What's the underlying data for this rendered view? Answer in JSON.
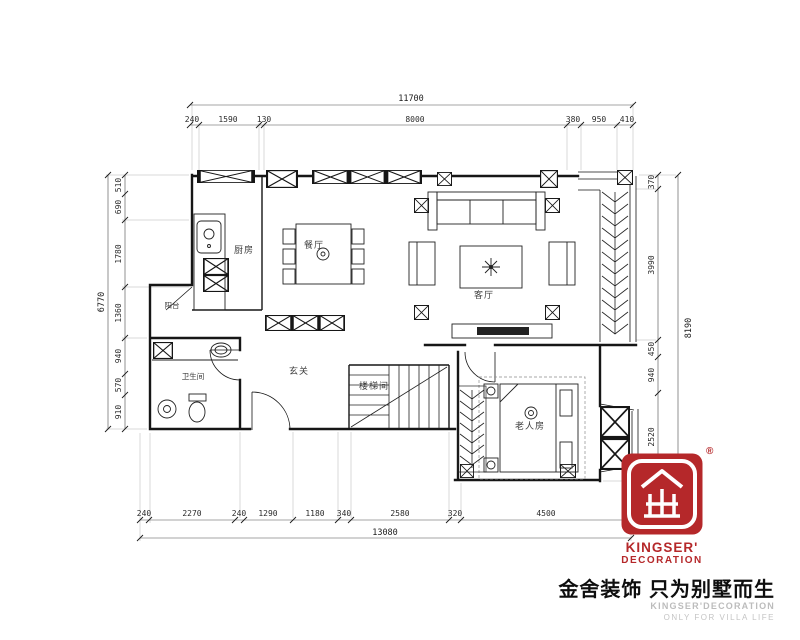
{
  "rooms": {
    "kitchen": "厨房",
    "dining": "餐厅",
    "living": "客厅",
    "foyer": "玄关",
    "stairwell": "楼梯间",
    "elder_room": "老人房",
    "bathroom": "卫生间",
    "balcony": "阳台"
  },
  "dims": {
    "top_total": "11700",
    "top_segments": [
      "240",
      "1590",
      "130",
      "8000",
      "380",
      "950",
      "410"
    ],
    "bottom_total": "13080",
    "bottom_segments": [
      "240",
      "2270",
      "240",
      "1290",
      "1180",
      "340",
      "2580",
      "320",
      "4500"
    ],
    "left_total": "6770",
    "left_segments": [
      "510",
      "690",
      "1780",
      "1360",
      "940",
      "570",
      "910"
    ],
    "right_total": "8190",
    "right_segments": [
      "370",
      "3990",
      "450",
      "940",
      "2520"
    ]
  },
  "brand": {
    "registered": "®",
    "name_top": "KINGSER'",
    "name_bottom": "DECORATION",
    "slogan": "金舍装饰 只为别墅而生",
    "sub_en_1": "KINGSER'DECORATION",
    "sub_en_2": "ONLY FOR VILLA LIFE"
  },
  "colors": {
    "brand_red": "#b5282a",
    "line_black": "#161616",
    "dim_text": "#2b2b2b"
  }
}
